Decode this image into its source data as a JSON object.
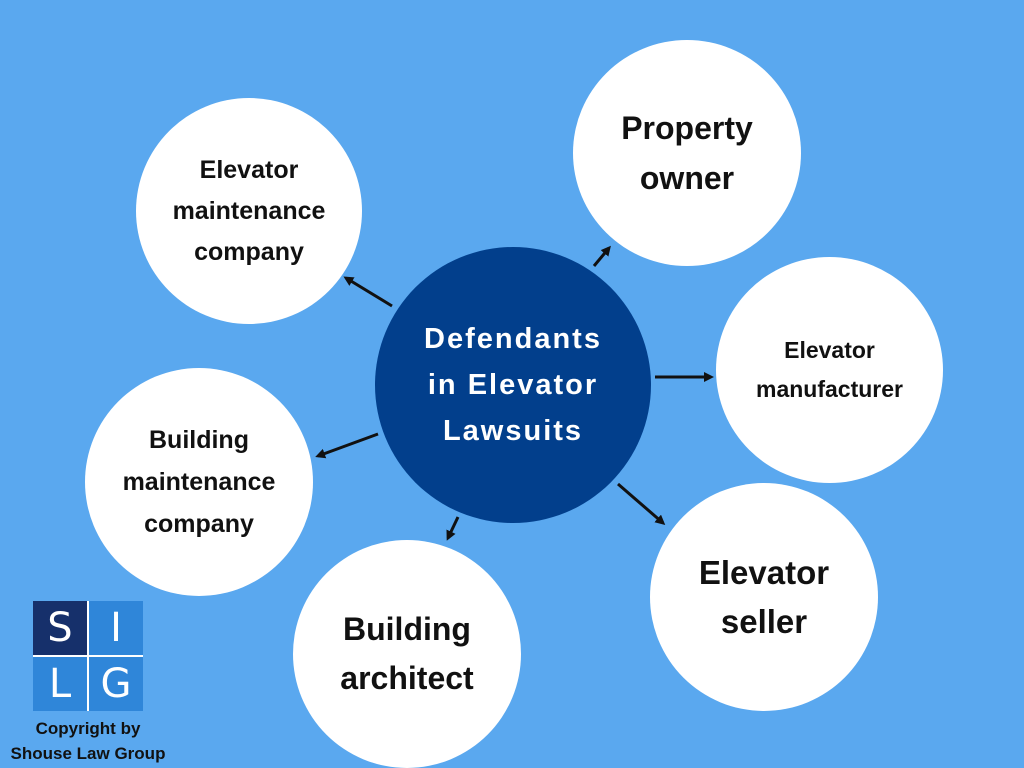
{
  "center": {
    "lines": [
      "Defendants",
      "in Elevator",
      "Lawsuits"
    ],
    "color": "#023f8c"
  },
  "nodes": [
    {
      "id": "elevator-maintenance-company",
      "lines": [
        "Elevator",
        "maintenance",
        "company"
      ]
    },
    {
      "id": "property-owner",
      "lines": [
        "Property",
        "owner"
      ]
    },
    {
      "id": "elevator-manufacturer",
      "lines": [
        "Elevator",
        "manufacturer"
      ]
    },
    {
      "id": "elevator-seller",
      "lines": [
        "Elevator",
        "seller"
      ]
    },
    {
      "id": "building-architect",
      "lines": [
        "Building",
        "architect"
      ]
    },
    {
      "id": "building-maintenance-company",
      "lines": [
        "Building",
        "maintenance",
        "company"
      ]
    }
  ],
  "logo": {
    "letters": [
      "S",
      "I",
      "L",
      "G"
    ]
  },
  "copyright": {
    "line1": "Copyright by",
    "line2": "Shouse Law Group"
  },
  "colors": {
    "background": "#5aa8ef",
    "node_fill": "#ffffff",
    "arrow": "#111111"
  }
}
